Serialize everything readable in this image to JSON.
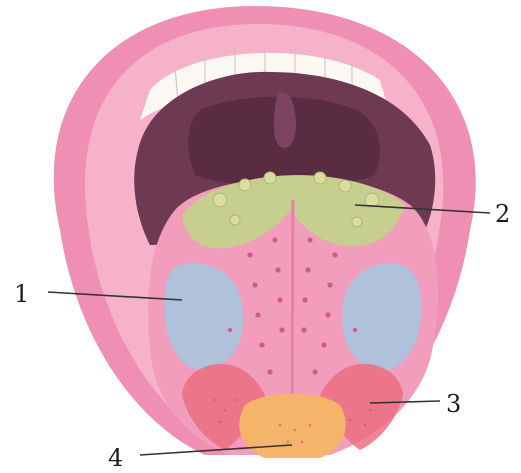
{
  "diagram": {
    "callouts": [
      {
        "id": "1",
        "label": "1"
      },
      {
        "id": "2",
        "label": "2"
      },
      {
        "id": "3",
        "label": "3"
      },
      {
        "id": "4",
        "label": "4"
      }
    ]
  },
  "colors": {
    "lips": "#ee8fb3",
    "lip_inner": "#f6b2c9",
    "mouth_cavity": "#6e3a52",
    "mouth_cavity_dark": "#5a2c42",
    "tongue": "#f29dbb",
    "tongue_shadow": "#e382a4",
    "papillae": "#d05c86",
    "region_1": "#a9c5e0",
    "region_2": "#c7cf8f",
    "region_3": "#ec6f80",
    "region_4": "#f4b46a",
    "teeth": "#fbf7f3",
    "leader_line": "#333333"
  }
}
